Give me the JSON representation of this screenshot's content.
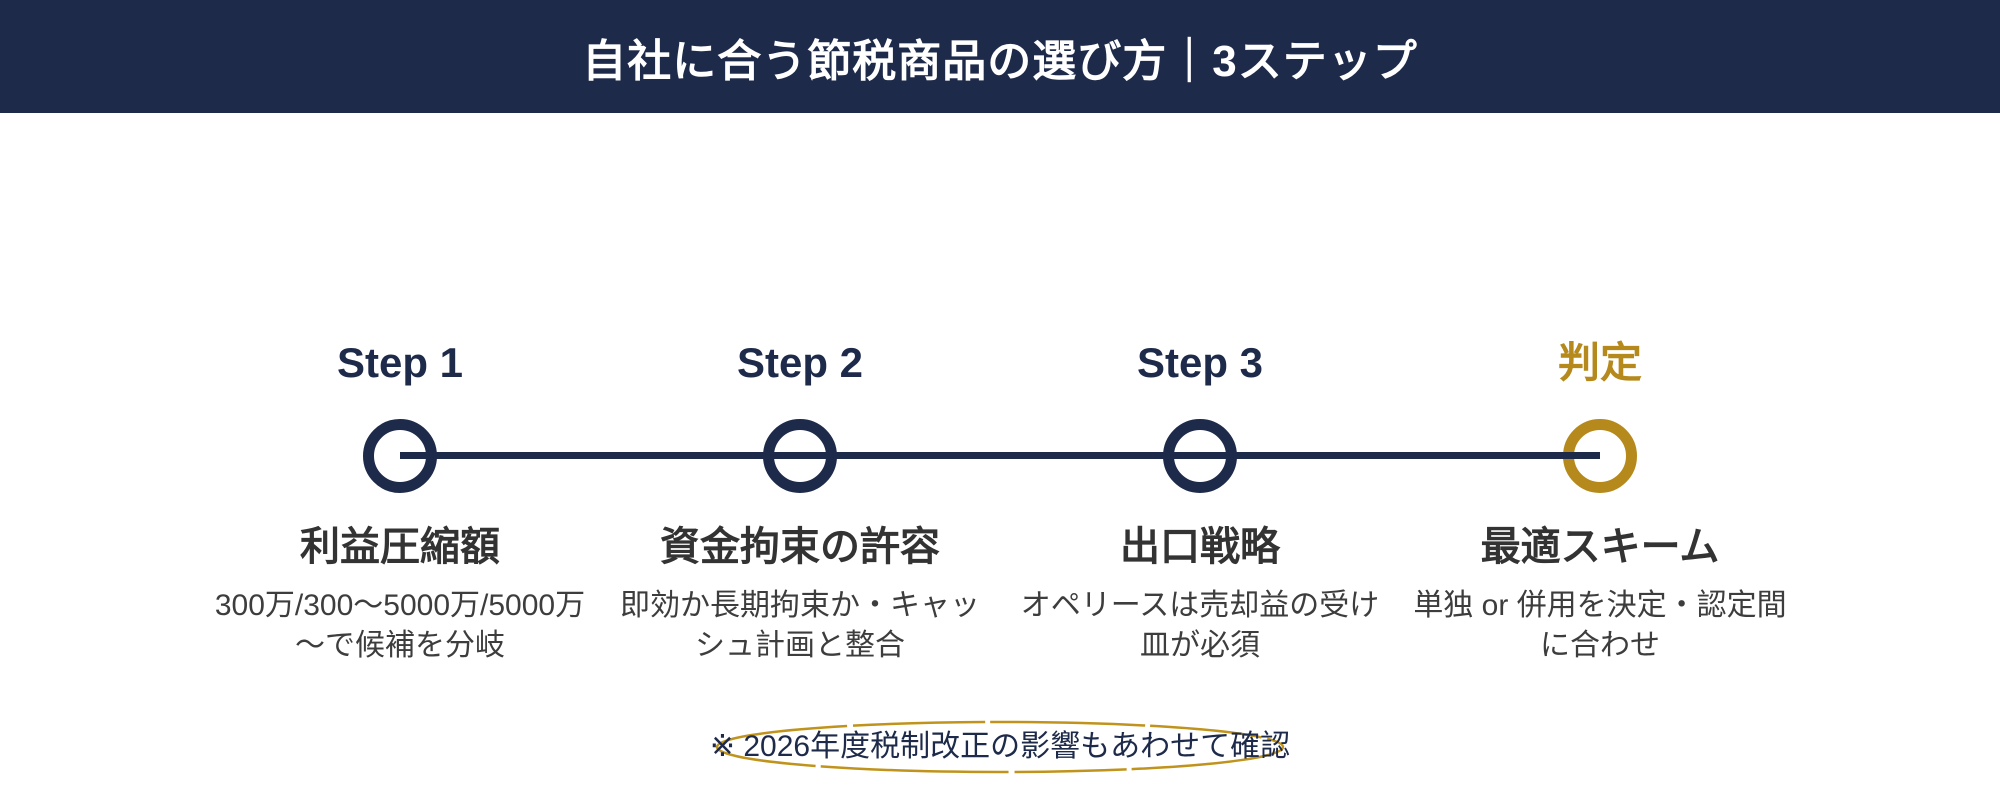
{
  "header": {
    "title": "自社に合う節税商品の選び方｜3ステップ"
  },
  "steps": [
    {
      "label": "Step 1",
      "title": "利益圧縮額",
      "description": "300万/300〜5000万/5000万\n〜で候補を分岐",
      "accent_color": "#1e2a4a"
    },
    {
      "label": "Step 2",
      "title": "資金拘束の許容",
      "description": "即効か長期拘束か・キャッ\nシュ計画と整合",
      "accent_color": "#1e2a4a"
    },
    {
      "label": "Step 3",
      "title": "出口戦略",
      "description": "オペリースは売却益の受け\n皿が必須",
      "accent_color": "#1e2a4a"
    },
    {
      "label": "判定",
      "title": "最適スキーム",
      "description": "単独 or 併用を決定・認定間\nに合わせ",
      "accent_color": "#b5891b"
    }
  ],
  "note": {
    "text": "※ 2026年度税制改正の影響もあわせて確認"
  },
  "colors": {
    "navy": "#1e2a4a",
    "gold": "#b5891b",
    "gold_outline": "#c0931c",
    "title_text": "#333333",
    "body_text": "#3d3d3d",
    "background": "#ffffff",
    "header_text": "#ffffff"
  }
}
